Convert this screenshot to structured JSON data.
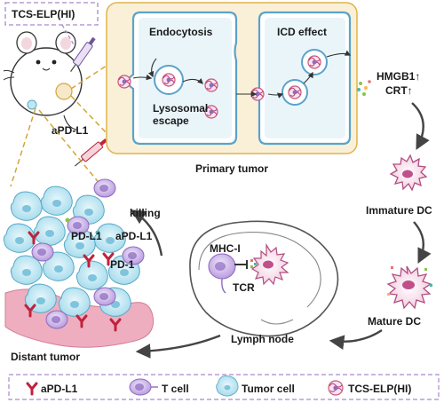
{
  "labels": {
    "agent": "TCS-ELP(HI)",
    "antibody": "aPD-L1",
    "endocytosis": "Endocytosis",
    "lysosomal_escape": "Lysosomal\nescape",
    "icd_effect": "ICD effect",
    "hmgb1": "HMGB1↑",
    "crt": "CRT↑",
    "primary_tumor": "Primary tumor",
    "immature_dc": "Immature DC",
    "mature_dc": "Mature DC",
    "mhc": "MHC-I",
    "tcr": "TCR",
    "lymph_node": "Lymph node",
    "killing": "killing",
    "pdl1": "PD-L1",
    "apdl1_small": "aPD-L1",
    "pd1": "PD-1",
    "distant_tumor": "Distant tumor"
  },
  "legend": [
    {
      "label": "aPD-L1",
      "icon": "antibody-icon"
    },
    {
      "label": "T cell",
      "icon": "t-cell-icon"
    },
    {
      "label": "Tumor cell",
      "icon": "tumor-cell-icon"
    },
    {
      "label": "TCS-ELP(HI)",
      "icon": "nanoparticle-icon"
    }
  ],
  "colors": {
    "cell_fill": "#f6e8c9",
    "cell_border": "#e0b44a",
    "membrane": "#5aa3c9",
    "membrane_inner": "#dff1f8",
    "tumor_cell": "#bfe7f2",
    "tumor_border": "#57a9c7",
    "t_cell": "#cdb7e8",
    "t_cell_border": "#8e6bbf",
    "dc_fill": "#f7dfec",
    "dc_border": "#b04e80",
    "vessel": "#e9a1b3",
    "antibody": "#c0223c",
    "dash_purple": "#a98ac9",
    "dash_gold": "#d4a43a"
  }
}
